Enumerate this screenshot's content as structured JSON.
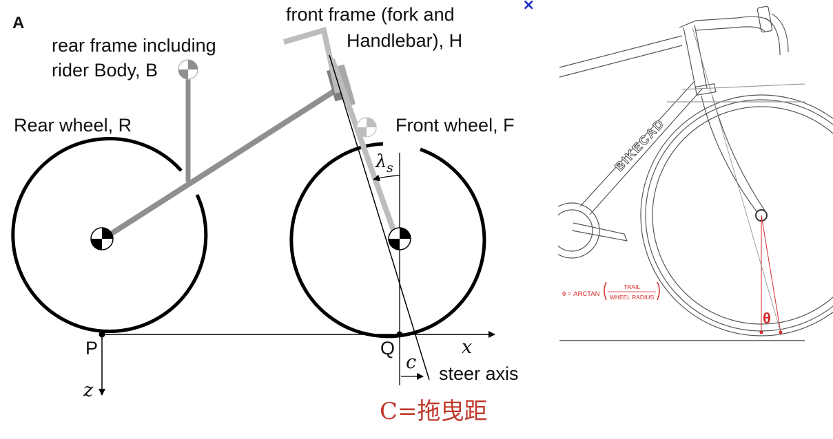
{
  "panel_label": "A",
  "labels": {
    "front_frame_line1": "front frame (fork and",
    "front_frame_line2": "Handlebar), H",
    "rear_frame_line1": "rear frame including",
    "rear_frame_line2": "rider Body, B",
    "rear_wheel": "Rear wheel, R",
    "front_wheel": "Front wheel, F",
    "lambda": "λ",
    "lambda_sub": "s",
    "point_p": "P",
    "point_q": "Q",
    "axis_x": "x",
    "axis_z": "z",
    "trail_c": "c",
    "steer_axis": "steer axis"
  },
  "caption": "C=拖曳距",
  "close_symbol": "×",
  "bikecad": {
    "logo_text": "BIKECAD",
    "formula_prefix": "θ = ARCTAN",
    "formula_numerator": "TRAIL",
    "formula_denominator": "WHEEL RADIUS",
    "theta": "θ"
  },
  "colors": {
    "caption": "#c0392b",
    "close": "#1a2fc9",
    "formula": "#d62828",
    "frame_dark": "#8a8a8a",
    "frame_light": "#bdbdbd"
  }
}
